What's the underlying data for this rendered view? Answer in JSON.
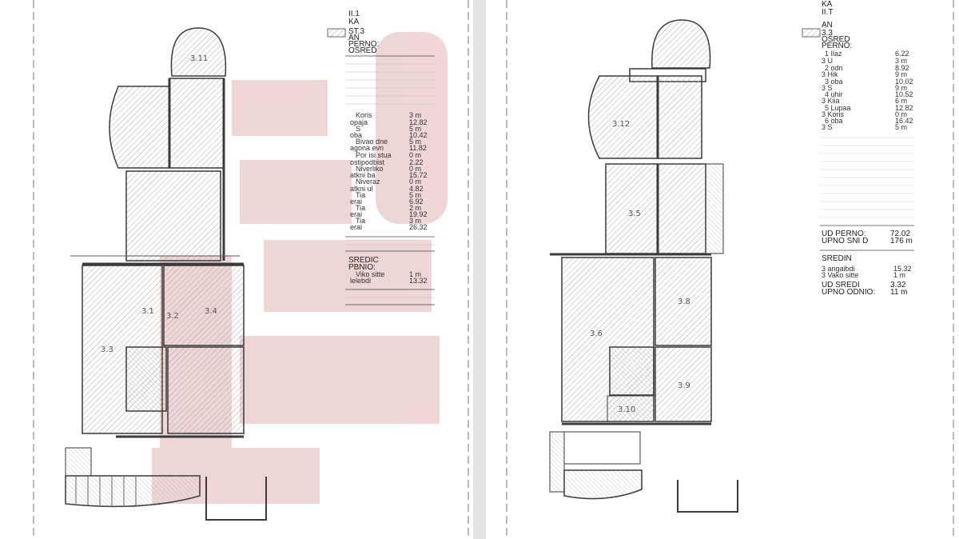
{
  "left_plan": {
    "room_labels": [
      "3.11",
      "3.1",
      "3.4",
      "3.2",
      "3.3"
    ],
    "legend": {
      "header_lines": [
        "II.1",
        "KA",
        "ST.3",
        "AN",
        "PERNO:",
        "OSRED"
      ],
      "rows": [
        {
          "name": "Koris",
          "area": "3 m"
        },
        {
          "name": "opaja",
          "area": "12.82"
        },
        {
          "name": "S",
          "area": "5 m"
        },
        {
          "name": "oba",
          "area": "10.42"
        },
        {
          "name": "Bivao dne",
          "area": "5 m"
        },
        {
          "name": "agona evn",
          "area": "11.82"
        },
        {
          "name": "Por isi stua",
          "area": "0 m"
        },
        {
          "name": "ostipodbist",
          "area": "2.22"
        },
        {
          "name": "Niverliko",
          "area": "0 m"
        },
        {
          "name": "atkni ba",
          "area": "15.72"
        },
        {
          "name": "Niveraz",
          "area": "0 m"
        },
        {
          "name": "atkni ul",
          "area": "4.82"
        },
        {
          "name": "Tia",
          "area": "5 m"
        },
        {
          "name": "erai",
          "area": "6.92"
        },
        {
          "name": "Tia",
          "area": "2 m"
        },
        {
          "name": "erai",
          "area": "19.92"
        },
        {
          "name": "Tia",
          "area": "3 m"
        },
        {
          "name": "erai",
          "area": "26.32"
        }
      ],
      "sub_header": [
        "SREDIC",
        "PBNIO:"
      ],
      "sub_rows": [
        {
          "name": "Viko sitte",
          "area": "1 m"
        },
        {
          "name": "lelebdi",
          "area": "13.32"
        }
      ]
    }
  },
  "right_plan": {
    "room_labels": [
      "3.12",
      "3.5",
      "3.6",
      "3.8",
      "3.9",
      "3.10"
    ],
    "legend": {
      "header_lines": [
        "KA",
        "II.T",
        "AN",
        "3.3",
        "OSRED",
        "PERNO:"
      ],
      "rows": [
        {
          "name": "1 Ilaz",
          "area": "6.22"
        },
        {
          "name": "3 U",
          "area": "3 m"
        },
        {
          "name": "2 odn",
          "area": "8.92"
        },
        {
          "name": "3 Hik",
          "area": "9 m"
        },
        {
          "name": "3 oba",
          "area": "10.02"
        },
        {
          "name": "3 S",
          "area": "9 m"
        },
        {
          "name": "4 uhir",
          "area": "10.52"
        },
        {
          "name": "3 Kiia",
          "area": "6 m"
        },
        {
          "name": "5 Lupaa",
          "area": "12.82"
        },
        {
          "name": "3 Koris",
          "area": "0 m"
        },
        {
          "name": "6 oba",
          "area": "16.42"
        },
        {
          "name": "3 S",
          "area": "5 m"
        }
      ],
      "totals": [
        {
          "name": "UD PERNO:",
          "area": "72.02"
        },
        {
          "name": "UPNO SNI D",
          "area": "176 m"
        }
      ],
      "sub_header": [
        "SREDIN"
      ],
      "sub_rows": [
        {
          "name": "3 angaibdi",
          "area": "15.32"
        },
        {
          "name": "3 Vako sitte",
          "area": "1 m"
        }
      ],
      "sub_totals": [
        {
          "name": "UD SREDI",
          "area": "3.32"
        },
        {
          "name": "UPNO ODNIO:",
          "area": "11 m"
        }
      ]
    }
  },
  "colors": {
    "wall": "#3a3a3a",
    "hatch": "#9a9a9a",
    "watermark": "#e3b5b5",
    "paper": "#ffffff"
  }
}
